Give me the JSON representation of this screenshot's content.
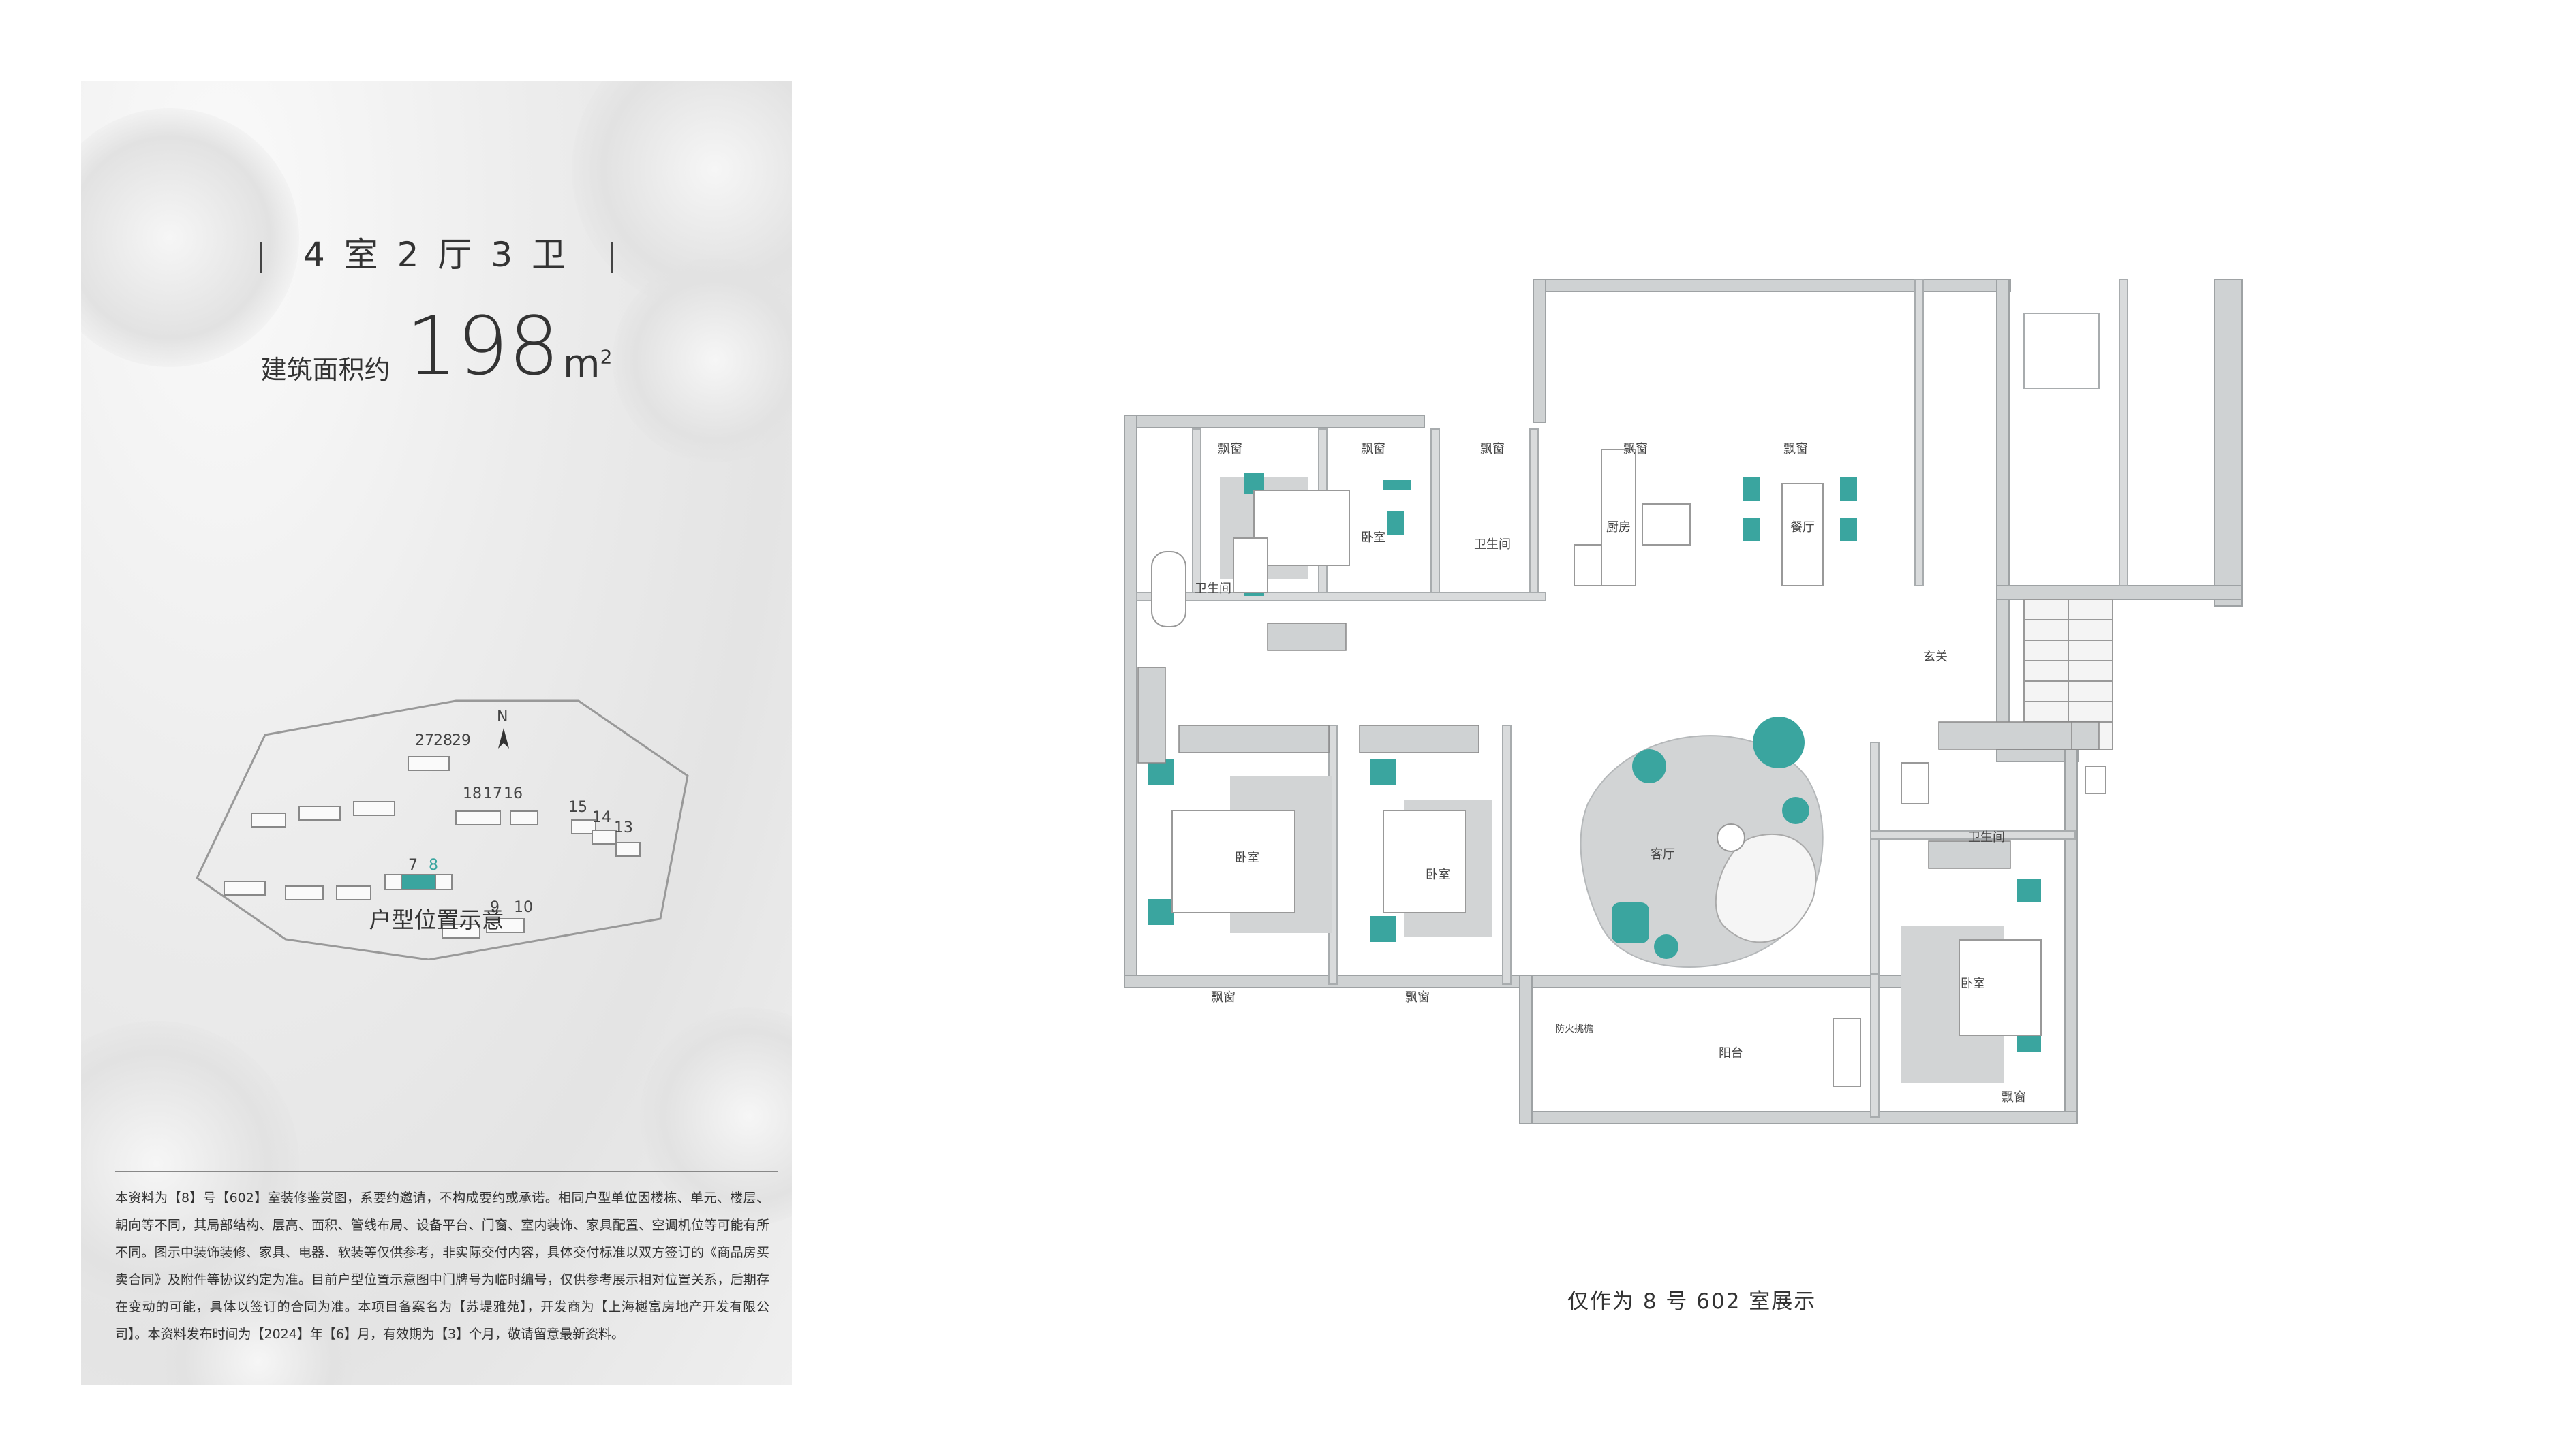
{
  "header": {
    "layout": "4 室 2 厅 3 卫",
    "area_label": "建筑面积约",
    "area_value": "198",
    "area_unit": "m",
    "area_unit_sup": "2"
  },
  "site_map": {
    "north": "N",
    "buildings": [
      "27",
      "28",
      "29",
      "18",
      "17",
      "16",
      "15",
      "14",
      "13",
      "7",
      "8",
      "9",
      "10"
    ],
    "highlight_building": "8",
    "caption": "户型位置示意"
  },
  "disclaimer": "本资料为【8】号【602】室装修鉴赏图，系要约邀请，不构成要约或承诺。相同户型单位因楼栋、单元、楼层、朝向等不同，其局部结构、层高、面积、管线布局、设备平台、门窗、室内装饰、家具配置、空调机位等可能有所不同。图示中装饰装修、家具、电器、软装等仅供参考，非实际交付内容，具体交付标准以双方签订的《商品房买卖合同》及附件等协议约定为准。目前户型位置示意图中门牌号为临时编号，仅供参考展示相对位置关系，后期存在变动的可能，具体以签订的合同为准。本项目备案名为【苏堤雅苑】，开发商为【上海樾富房地产开发有限公司】。本资料发布时间为【2024】年【6】月，有效期为【3】个月，敬请留意最新资料。",
  "floor_plan": {
    "rooms": {
      "bay_window": "飘窗",
      "bedroom": "卧室",
      "bathroom": "卫生间",
      "kitchen": "厨房",
      "dining": "餐厅",
      "living": "客厅",
      "foyer": "玄关",
      "balcony": "阳台",
      "fire_hatch": "防火挑檐"
    },
    "caption": "仅作为 8 号 602 室展示"
  },
  "colors": {
    "accent": "#3aa59f",
    "wall": "#cfd2d3",
    "floor_gray": "#d2d4d5",
    "text": "#333333"
  }
}
